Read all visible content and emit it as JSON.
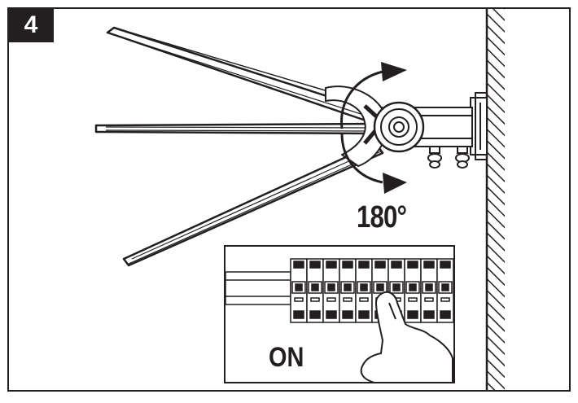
{
  "step": {
    "number": "4"
  },
  "rotation": {
    "angle_label": "180°"
  },
  "inset": {
    "switch_label": "ON"
  },
  "icons": {
    "wall": "hatched-wall-icon",
    "lamp": "street-lamp-head-icon",
    "arrows": "rotate-arrow-icon",
    "breaker": "circuit-breaker-panel-icon",
    "hand": "pointing-hand-icon"
  },
  "colors": {
    "ink": "#231f20",
    "paper": "#ffffff"
  }
}
